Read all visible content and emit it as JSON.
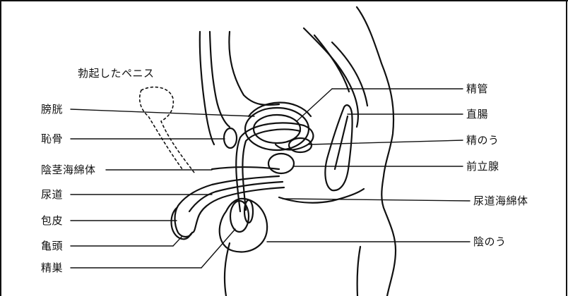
{
  "figure": {
    "annotation": "勃起したペニス",
    "left_labels": [
      {
        "id": "bladder",
        "text": "膀胱"
      },
      {
        "id": "pubis",
        "text": "恥骨"
      },
      {
        "id": "corpus-cavernosum",
        "text": "陰茎海綿体"
      },
      {
        "id": "urethra",
        "text": "尿道"
      },
      {
        "id": "foreskin",
        "text": "包皮"
      },
      {
        "id": "glans",
        "text": "亀頭"
      },
      {
        "id": "testis",
        "text": "精巣"
      }
    ],
    "right_labels": [
      {
        "id": "vas-deferens",
        "text": "精管"
      },
      {
        "id": "rectum",
        "text": "直腸"
      },
      {
        "id": "seminal-vesicle",
        "text": "精のう"
      },
      {
        "id": "prostate",
        "text": "前立腺"
      },
      {
        "id": "corpus-spongiosum",
        "text": "尿道海綿体"
      },
      {
        "id": "scrotum",
        "text": "陰のう"
      }
    ]
  }
}
